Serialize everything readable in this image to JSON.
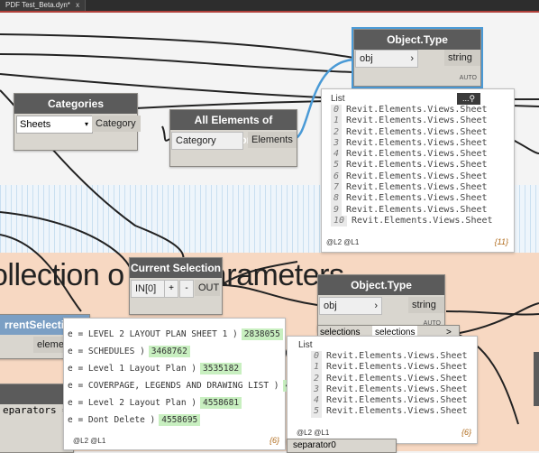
{
  "tab": {
    "title": "PDF Test_Beta.dyn*",
    "close": "x"
  },
  "group_title": "ollection o and Parameters",
  "nodes": {
    "categories": {
      "title": "Categories",
      "dropdown_value": "Sheets",
      "output": "Category"
    },
    "all_elements": {
      "title": "All Elements of Category",
      "input": "Category",
      "output": "Elements"
    },
    "object_type_1": {
      "title": "Object.Type",
      "input": "obj",
      "output": "string",
      "lacing": "AUTO"
    },
    "object_type_2": {
      "title": "Object.Type",
      "input": "obj",
      "output": "string",
      "lacing": "AUTO"
    },
    "current_selection": {
      "title": "Current Selection",
      "input": "IN[0]",
      "plus": "+",
      "minus": "-",
      "output": "OUT"
    },
    "current_selection_left": {
      "title": "rrentSelection",
      "port": "elemen"
    },
    "separators_left": {
      "text": "eparators ="
    },
    "selections_node": {
      "input": "selections",
      "output": "selections",
      "arrow": ">"
    },
    "separator_node": {
      "text": "separator0"
    }
  },
  "preview1": {
    "header": "List",
    "pin_button": "...",
    "rows": [
      {
        "i": "0",
        "v": "Revit.Elements.Views.Sheet"
      },
      {
        "i": "1",
        "v": "Revit.Elements.Views.Sheet"
      },
      {
        "i": "2",
        "v": "Revit.Elements.Views.Sheet"
      },
      {
        "i": "3",
        "v": "Revit.Elements.Views.Sheet"
      },
      {
        "i": "4",
        "v": "Revit.Elements.Views.Sheet"
      },
      {
        "i": "5",
        "v": "Revit.Elements.Views.Sheet"
      },
      {
        "i": "6",
        "v": "Revit.Elements.Views.Sheet"
      },
      {
        "i": "7",
        "v": "Revit.Elements.Views.Sheet"
      },
      {
        "i": "8",
        "v": "Revit.Elements.Views.Sheet"
      },
      {
        "i": "9",
        "v": "Revit.Elements.Views.Sheet"
      },
      {
        "i": "10",
        "v": "Revit.Elements.Views.Sheet"
      }
    ],
    "levels": "@L2 @L1",
    "count": "{11}"
  },
  "preview2": {
    "rows": [
      {
        "t": "e = LEVEL 2 LAYOUT PLAN SHEET 1 )",
        "id": "2838055"
      },
      {
        "t": "e = SCHEDULES )",
        "id": "3468762"
      },
      {
        "t": "e = Level 1 Layout Plan )",
        "id": "3535182"
      },
      {
        "t": "e = COVERPAGE, LEGENDS AND DRAWING LIST )",
        "id": "4"
      },
      {
        "t": "e = Level 2 Layout Plan )",
        "id": "4558681"
      },
      {
        "t": "e = Dont Delete )",
        "id": "4558695"
      }
    ],
    "levels": "@L2 @L1",
    "count": "{6}"
  },
  "preview3": {
    "header": "List",
    "rows": [
      {
        "i": "0",
        "v": "Revit.Elements.Views.Sheet"
      },
      {
        "i": "1",
        "v": "Revit.Elements.Views.Sheet"
      },
      {
        "i": "2",
        "v": "Revit.Elements.Views.Sheet"
      },
      {
        "i": "3",
        "v": "Revit.Elements.Views.Sheet"
      },
      {
        "i": "4",
        "v": "Revit.Elements.Views.Sheet"
      },
      {
        "i": "5",
        "v": "Revit.Elements.Views.Sheet"
      }
    ],
    "levels": "@L2 @L1",
    "count": "{6}"
  },
  "colors": {
    "accent_select": "#4a9ad6",
    "id_highlight": "#c8efc0",
    "count_text": "#b06a1a",
    "group_bg": "#f7d8c2"
  }
}
